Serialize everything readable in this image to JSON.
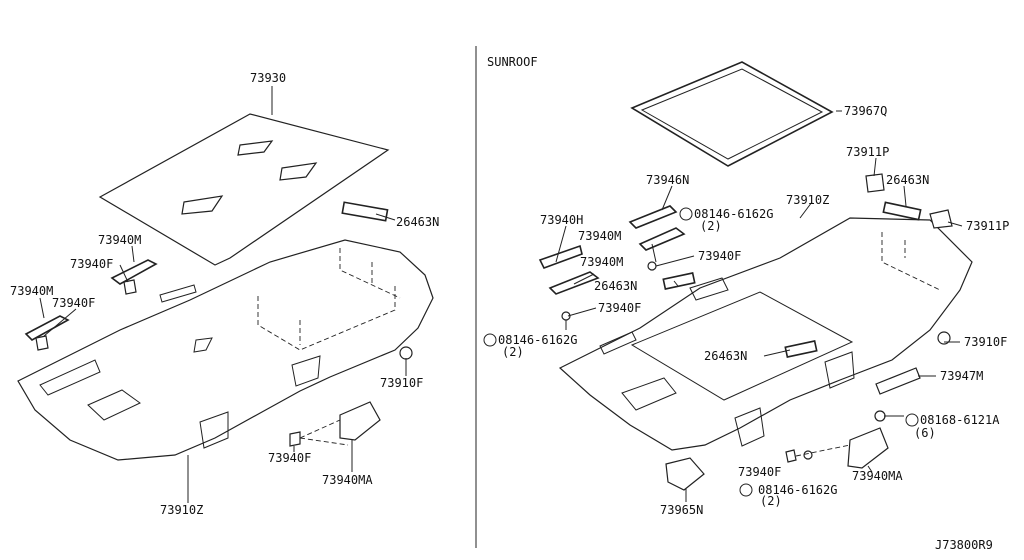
{
  "diagram": {
    "section_title": "SUNROOF",
    "drawing_id": "J73800R9",
    "left": {
      "headlining_outer": "73930",
      "grip_seal": "26463N",
      "assist_grip_upper": "73940M",
      "clip_upper": "73940F",
      "assist_grip_lower": "73940M",
      "clip_lower": "73940F",
      "clip_rear_right": "73910F",
      "clip_bottom": "73940F",
      "grip_bottom": "73940MA",
      "headlining": "73910Z"
    },
    "right": {
      "weatherstrip": "73967Q",
      "bracket_upper": "73911P",
      "seal_top": "26463N",
      "bracket_right": "73911P",
      "handle_seal": "73946N",
      "bolt_a": "08146-6162G",
      "bolt_a_qty": "(2)",
      "headlining": "73910Z",
      "holder": "73940H",
      "assist_grip_upper": "73940M",
      "clip_upper": "73940F",
      "assist_grip_lower": "73940M",
      "seal_mid": "26463N",
      "clip_mid": "73940F",
      "bolt_b": "08146-6162G",
      "bolt_b_qty": "(2)",
      "seal_center": "26463N",
      "clip_right": "73910F",
      "bracket_rear": "73947M",
      "bolt_c": "08168-6121A",
      "bolt_c_qty": "(6)",
      "clip_bottom": "73940F",
      "bolt_d": "08146-6162G",
      "bolt_d_qty": "(2)",
      "grip_bottom": "73940MA",
      "lamp": "73965N"
    }
  }
}
